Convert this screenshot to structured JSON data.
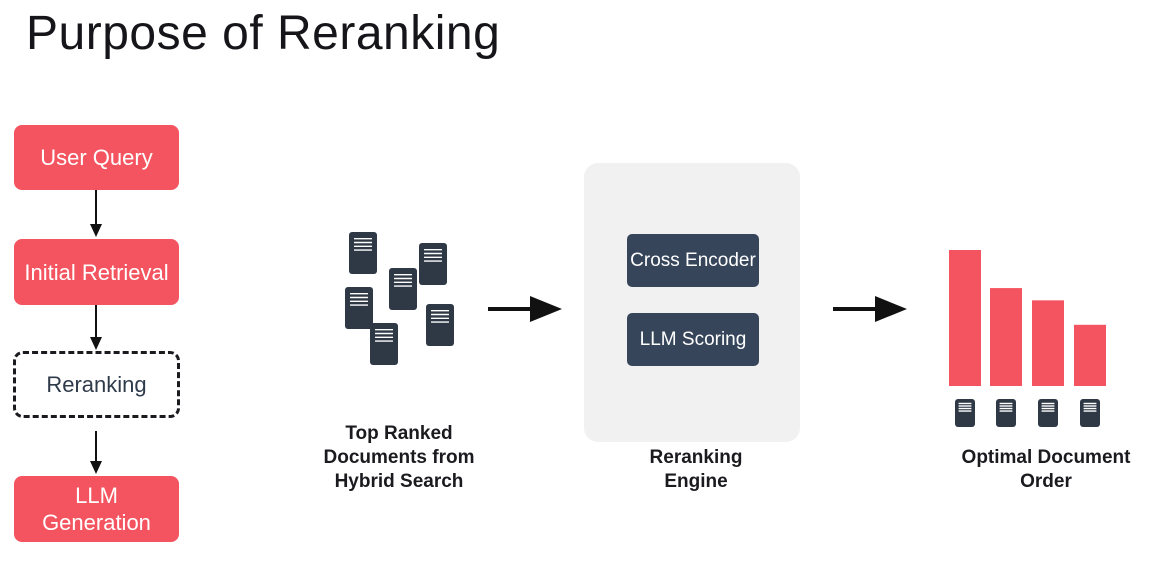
{
  "title": "Purpose of Reranking",
  "pipeline": {
    "steps": [
      {
        "label": "User Query",
        "style": "filled"
      },
      {
        "label": "Initial Retrieval",
        "style": "filled"
      },
      {
        "label": "Reranking",
        "style": "dashed"
      },
      {
        "label": "LLM Generation",
        "style": "filled"
      }
    ]
  },
  "documents": {
    "caption": "Top Ranked Documents from Hybrid Search"
  },
  "engine": {
    "models": [
      {
        "label": "Cross Encoder"
      },
      {
        "label": "LLM Scoring"
      }
    ],
    "caption": "Reranking Engine"
  },
  "result": {
    "caption": "Optimal Document Order",
    "scores": [
      1.0,
      0.72,
      0.63,
      0.45
    ]
  },
  "colors": {
    "accent": "#f3545f",
    "model_box": "#37455a",
    "document": "#2f3946",
    "panel": "#f1f1f2",
    "text": "#1b1b1f"
  }
}
